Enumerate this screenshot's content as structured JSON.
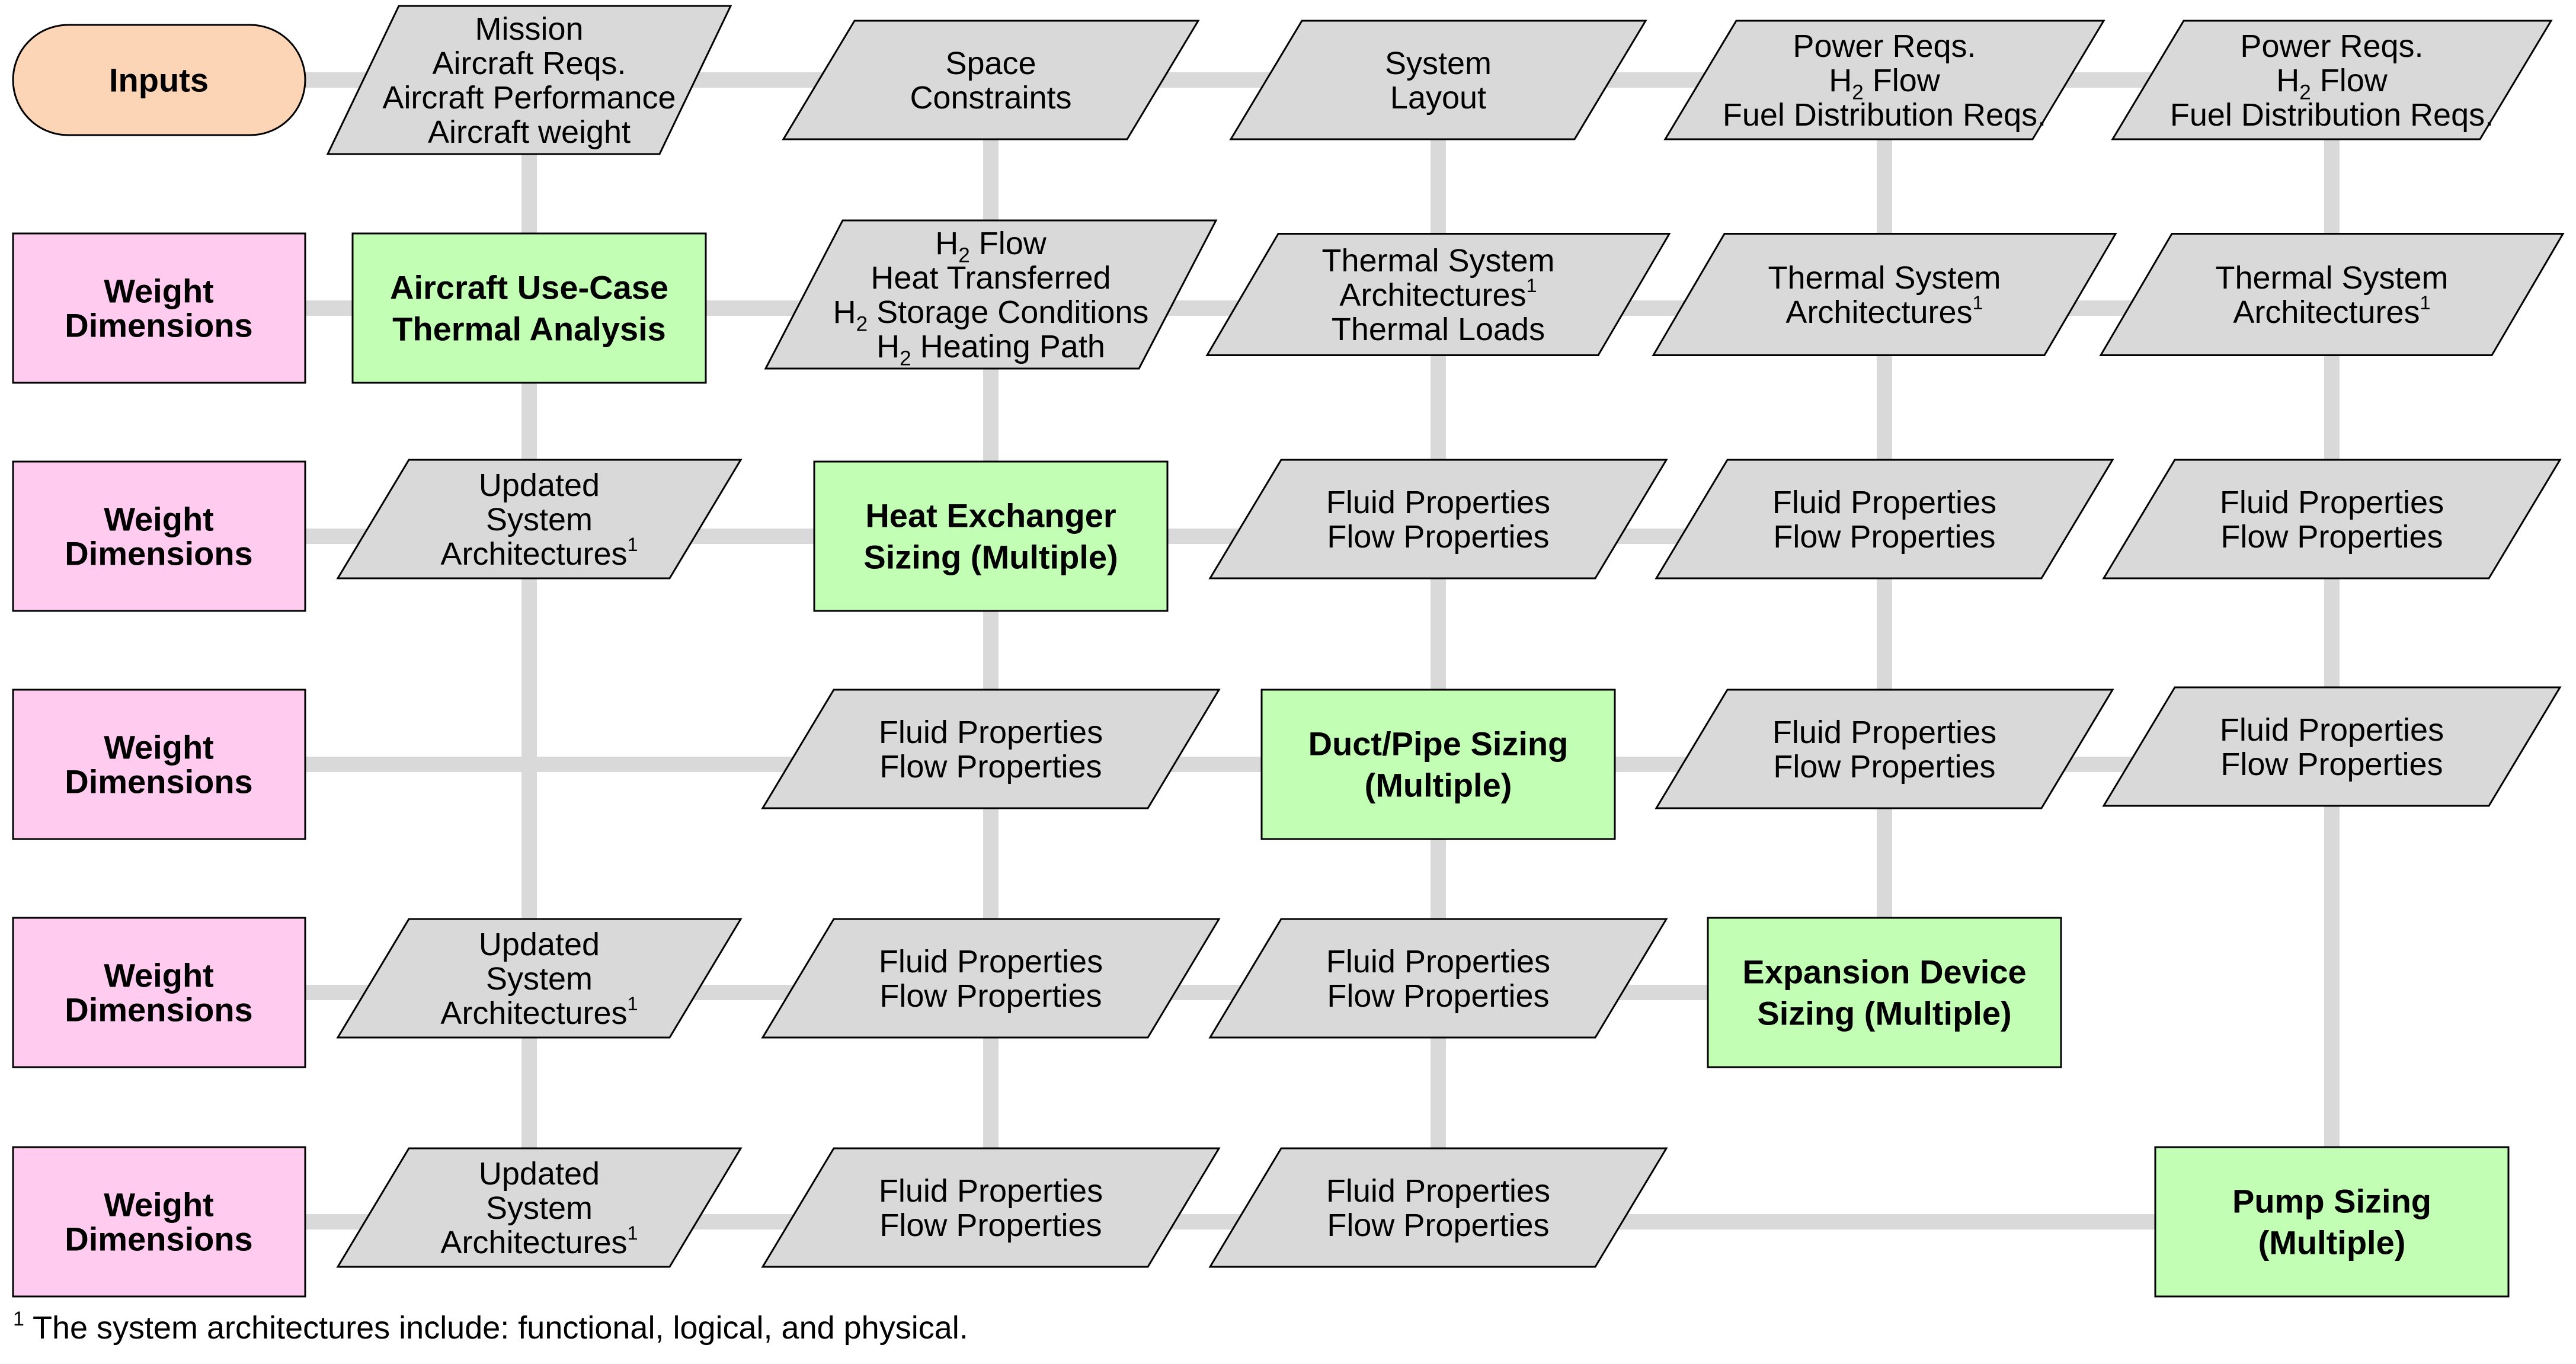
{
  "colors": {
    "connector": "#d9d9d9",
    "inputs_fill": "#fbd5b5",
    "weight_fill": "#ffccf0",
    "process_fill": "#c2ffb5",
    "data_fill": "#d9d9d9",
    "stroke": "#000000"
  },
  "inputs": {
    "label": "Inputs"
  },
  "weight_boxes": [
    {
      "lines": [
        "Weight",
        "Dimensions"
      ]
    },
    {
      "lines": [
        "Weight",
        "Dimensions"
      ]
    },
    {
      "lines": [
        "Weight",
        "Dimensions"
      ]
    },
    {
      "lines": [
        "Weight",
        "Dimensions"
      ]
    },
    {
      "lines": [
        "Weight",
        "Dimensions"
      ]
    }
  ],
  "process_boxes": [
    {
      "id": "aircraft-use-case-thermal-analysis",
      "lines": [
        "Aircraft Use-Case",
        "Thermal Analysis"
      ]
    },
    {
      "id": "heat-exchanger-sizing",
      "lines": [
        "Heat Exchanger",
        "Sizing (Multiple)"
      ]
    },
    {
      "id": "duct-pipe-sizing",
      "lines": [
        "Duct/Pipe Sizing",
        "(Multiple)"
      ]
    },
    {
      "id": "expansion-device-sizing",
      "lines": [
        "Expansion Device",
        "Sizing (Multiple)"
      ]
    },
    {
      "id": "pump-sizing",
      "lines": [
        "Pump Sizing",
        "(Multiple)"
      ]
    }
  ],
  "data_boxes": [
    {
      "id": "mission-inputs",
      "lines": [
        [
          "Mission"
        ],
        [
          "Aircraft Reqs."
        ],
        [
          "Aircraft Performance"
        ],
        [
          "Aircraft weight"
        ]
      ]
    },
    {
      "id": "space-constraints",
      "lines": [
        [
          "Space"
        ],
        [
          "Constraints"
        ]
      ]
    },
    {
      "id": "system-layout",
      "lines": [
        [
          "System"
        ],
        [
          "Layout"
        ]
      ]
    },
    {
      "id": "power-reqs-a",
      "lines": [
        [
          "Power Reqs."
        ],
        [
          "H",
          "2",
          " Flow"
        ],
        [
          "Fuel Distribution Reqs."
        ]
      ]
    },
    {
      "id": "power-reqs-b",
      "lines": [
        [
          "Power Reqs."
        ],
        [
          "H",
          "2",
          " Flow"
        ],
        [
          "Fuel Distribution Reqs."
        ]
      ]
    },
    {
      "id": "h2-thermal-data",
      "lines": [
        [
          "H",
          "2",
          " Flow"
        ],
        [
          "Heat Transferred"
        ],
        [
          "H",
          "2",
          " Storage Conditions"
        ],
        [
          "H",
          "2",
          " Heating Path"
        ]
      ]
    },
    {
      "id": "thermal-arch-loads",
      "lines": [
        [
          "Thermal System"
        ],
        [
          "Architectures",
          "1"
        ],
        [
          "Thermal Loads"
        ]
      ]
    },
    {
      "id": "thermal-arch-a",
      "lines": [
        [
          "Thermal System"
        ],
        [
          "Architectures",
          "1"
        ]
      ]
    },
    {
      "id": "thermal-arch-b",
      "lines": [
        [
          "Thermal System"
        ],
        [
          "Architectures",
          "1"
        ]
      ]
    },
    {
      "id": "updated-arch-row3",
      "lines": [
        [
          "Updated"
        ],
        [
          "System"
        ],
        [
          "Architectures",
          "1"
        ]
      ]
    },
    {
      "id": "fluid-props-r3-c3",
      "lines": [
        [
          "Fluid Properties"
        ],
        [
          "Flow Properties"
        ]
      ]
    },
    {
      "id": "fluid-props-r3-c4",
      "lines": [
        [
          "Fluid Properties"
        ],
        [
          "Flow Properties"
        ]
      ]
    },
    {
      "id": "fluid-props-r3-c5",
      "lines": [
        [
          "Fluid Properties"
        ],
        [
          "Flow Properties"
        ]
      ]
    },
    {
      "id": "fluid-props-r4-c2",
      "lines": [
        [
          "Fluid Properties"
        ],
        [
          "Flow Properties"
        ]
      ]
    },
    {
      "id": "fluid-props-r4-c4",
      "lines": [
        [
          "Fluid Properties"
        ],
        [
          "Flow Properties"
        ]
      ]
    },
    {
      "id": "fluid-props-r4-c5",
      "lines": [
        [
          "Fluid Properties"
        ],
        [
          "Flow Properties"
        ]
      ]
    },
    {
      "id": "updated-arch-row5",
      "lines": [
        [
          "Updated"
        ],
        [
          "System"
        ],
        [
          "Architectures",
          "1"
        ]
      ]
    },
    {
      "id": "fluid-props-r5-c2",
      "lines": [
        [
          "Fluid Properties"
        ],
        [
          "Flow Properties"
        ]
      ]
    },
    {
      "id": "fluid-props-r5-c3",
      "lines": [
        [
          "Fluid Properties"
        ],
        [
          "Flow Properties"
        ]
      ]
    },
    {
      "id": "updated-arch-row6",
      "lines": [
        [
          "Updated"
        ],
        [
          "System"
        ],
        [
          "Architectures",
          "1"
        ]
      ]
    },
    {
      "id": "fluid-props-r6-c2",
      "lines": [
        [
          "Fluid Properties"
        ],
        [
          "Flow Properties"
        ]
      ]
    },
    {
      "id": "fluid-props-r6-c3",
      "lines": [
        [
          "Fluid Properties"
        ],
        [
          "Flow Properties"
        ]
      ]
    }
  ],
  "footnote": {
    "mark": "1",
    "text": "The system architectures include: functional, logical, and physical."
  }
}
